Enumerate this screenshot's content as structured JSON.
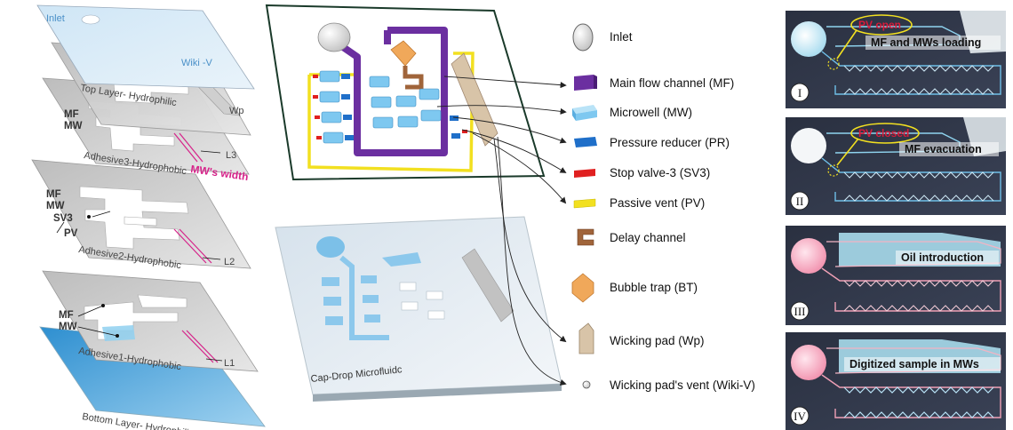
{
  "layers": {
    "top_inlet": "Inlet",
    "wiki_v": "Wiki -V",
    "top_layer": "Top Layer- Hydrophilic",
    "wp": "Wp",
    "mf": "MF",
    "mw": "MW",
    "sv3": "SV3",
    "pv": "PV",
    "l3": "L3",
    "l2": "L2",
    "l1": "L1",
    "mw_width": "MW's width",
    "adhesive3": "Adhesive3-Hydrophobic",
    "adhesive2": "Adhesive2-Hydrophobic",
    "adhesive1": "Adhesive1-Hydrophobic",
    "bottom_layer": "Bottom Layer- Hydrophilic"
  },
  "device_label": "Cap-Drop Microfluidc",
  "legend": [
    {
      "label": "Inlet",
      "icon": "inlet-icon"
    },
    {
      "label": "Main flow channel (MF)",
      "icon": "main-flow-channel-icon",
      "color": "#6b2fa0"
    },
    {
      "label": "Microwell (MW)",
      "icon": "microwell-icon",
      "color": "#7ec8f0"
    },
    {
      "label": "Pressure reducer (PR)",
      "icon": "pressure-reducer-icon",
      "color": "#1f6fc9"
    },
    {
      "label": "Stop valve-3 (SV3)",
      "icon": "stop-valve-icon",
      "color": "#e02020"
    },
    {
      "label": "Passive vent (PV)",
      "icon": "passive-vent-icon",
      "color": "#f2e020"
    },
    {
      "label": "Delay channel",
      "icon": "delay-channel-icon",
      "color": "#a0643a"
    },
    {
      "label": "Bubble trap (BT)",
      "icon": "bubble-trap-icon",
      "color": "#f0a85a"
    },
    {
      "label": "Wicking pad (Wp)",
      "icon": "wicking-pad-icon",
      "color": "#d8c4a8"
    },
    {
      "label": "Wicking pad's vent (Wiki-V)",
      "icon": "wicking-pad-vent-icon"
    }
  ],
  "panels": [
    {
      "numeral": "I",
      "caption": "MF and MWs loading",
      "callout": "PV open"
    },
    {
      "numeral": "II",
      "caption": "MF evacuation",
      "callout": "PV closed"
    },
    {
      "numeral": "III",
      "caption": "Oil introduction"
    },
    {
      "numeral": "IV",
      "caption": "Digitized sample in MWs"
    }
  ],
  "colors": {
    "mf": "#6b2fa0",
    "mw": "#7ec8f0",
    "pr": "#1f6fc9",
    "sv3": "#e02020",
    "pv": "#f2e020",
    "delay": "#a0643a",
    "bt": "#f0a85a",
    "wp": "#d8c4a8",
    "width_marker": "#d6248a"
  }
}
